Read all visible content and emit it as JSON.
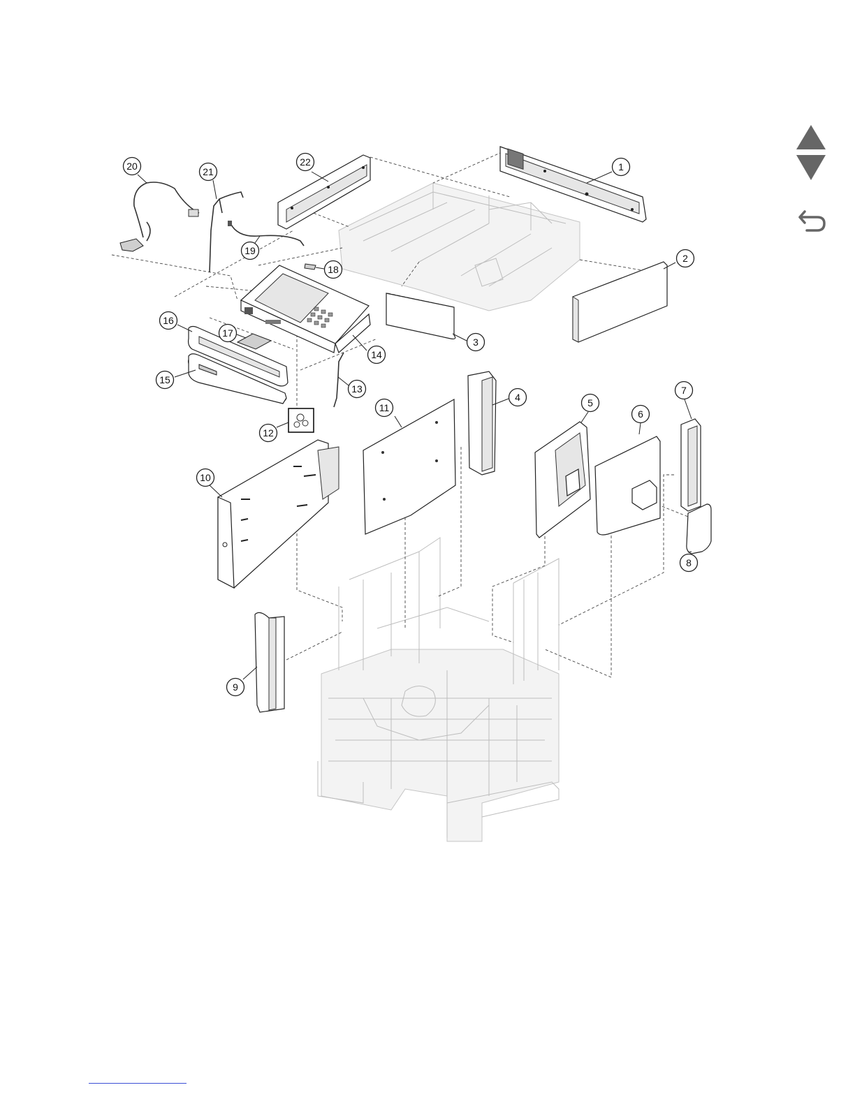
{
  "navigation": {
    "up_icon": "triangle-up-icon",
    "down_icon": "triangle-down-icon",
    "back_icon": "return-arrow-icon",
    "color": "#666666"
  },
  "diagram": {
    "callouts": [
      "1",
      "2",
      "3",
      "4",
      "5",
      "6",
      "7",
      "8",
      "9",
      "10",
      "11",
      "12",
      "13",
      "14",
      "15",
      "16",
      "17",
      "18",
      "19",
      "20",
      "21",
      "22"
    ]
  },
  "footer": {
    "link_text": "",
    "link_color": "#3b4fd6"
  }
}
